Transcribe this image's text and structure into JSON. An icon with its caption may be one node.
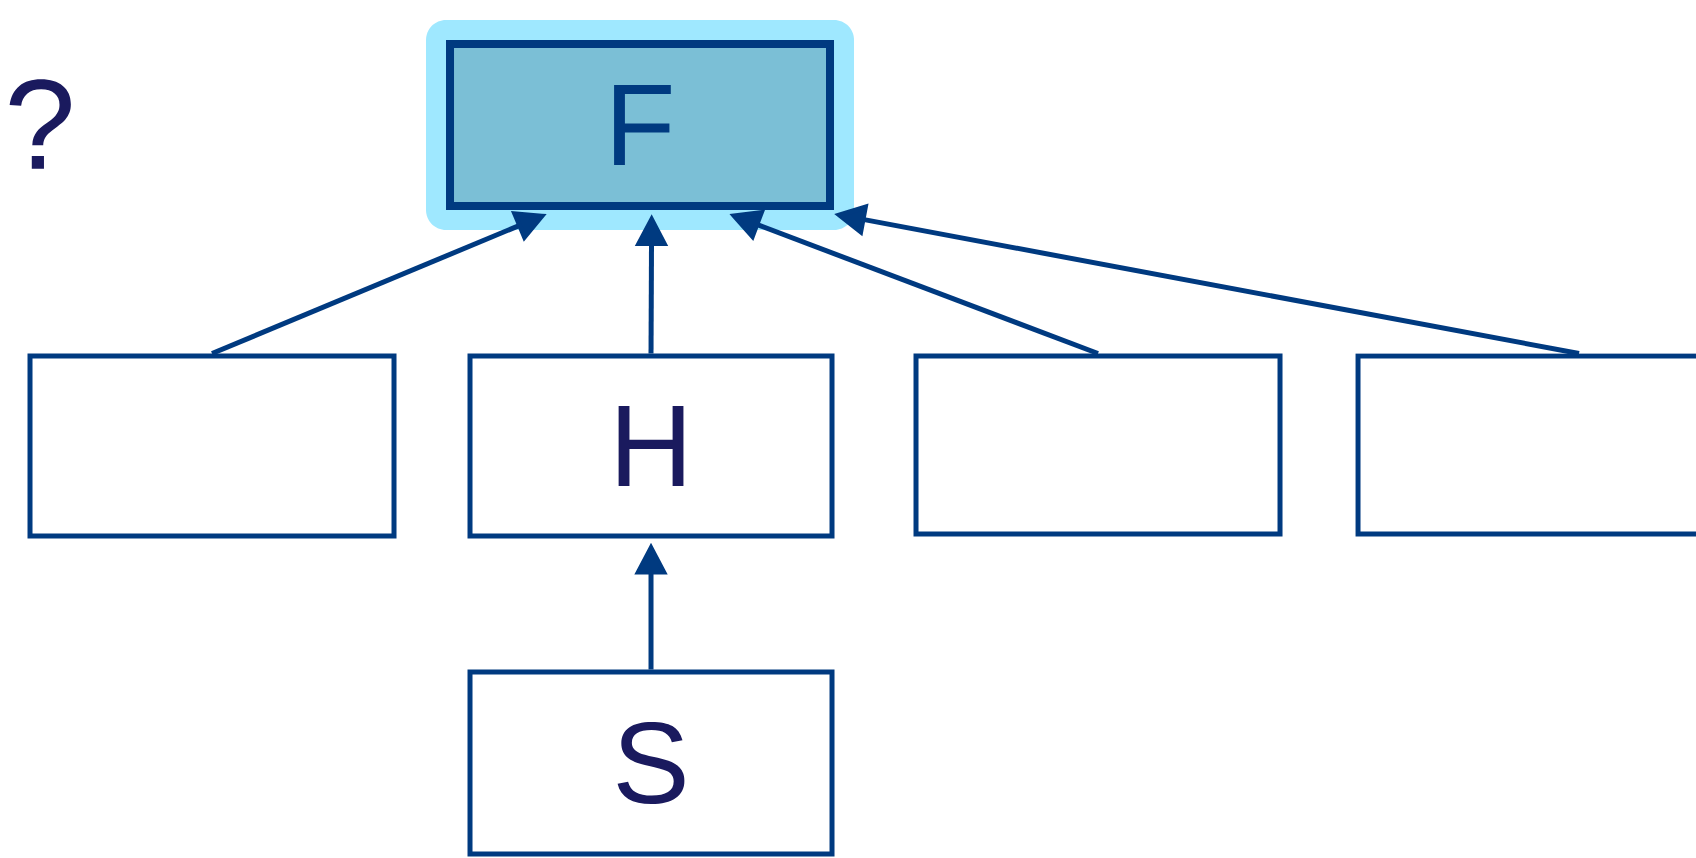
{
  "diagram": {
    "nodes": [
      {
        "text": [
          "F"
        ]
      },
      {
        "text": [],
        "shape": "box"
      },
      {
        "text": [
          "H"
        ]
      },
      {
        "text": [],
        "shape": "box"
      },
      {
        "text": [],
        "shape": "box"
      },
      {
        "text": [
          "S"
        ]
      }
    ],
    "edges": [
      {
        "from": 1,
        "to": 0,
        "arrow": "to"
      },
      {
        "from": 2,
        "to": 0,
        "arrow": "to"
      },
      {
        "from": 3,
        "to": 0,
        "arrow": "to"
      },
      {
        "from": 4,
        "to": 0,
        "arrow": "to"
      },
      {
        "from": 5,
        "to": 2,
        "arrow": "to"
      }
    ],
    "labels": [
      "?"
    ]
  }
}
